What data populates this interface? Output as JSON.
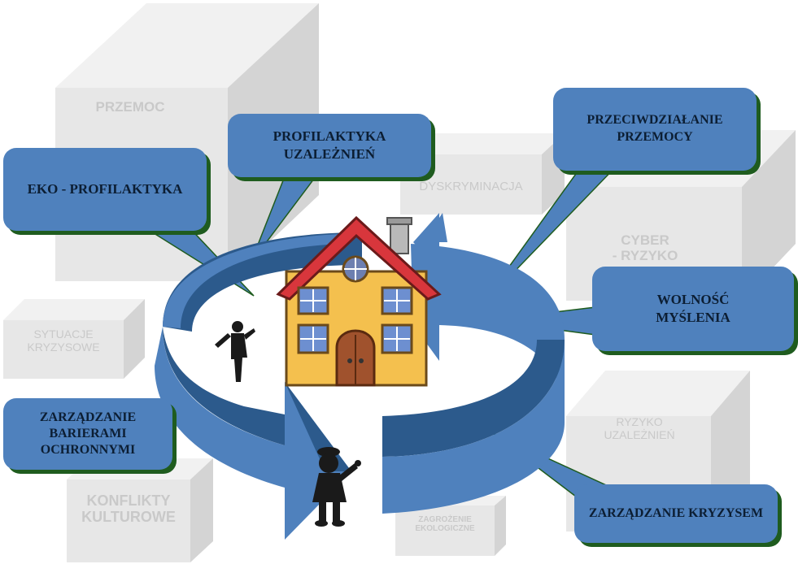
{
  "background_blocks": [
    {
      "id": "przemoc",
      "label": "PRZEMOC"
    },
    {
      "id": "dyskryminacja",
      "label": "DYSKRYMINACJA"
    },
    {
      "id": "cyber",
      "label": "CYBER\n- RYZYKO"
    },
    {
      "id": "sytuacje",
      "label": "SYTUACJE\nKRYZYSOWE"
    },
    {
      "id": "konflikty",
      "label": "KONFLIKTY\nKULTUROWE"
    },
    {
      "id": "ryzyko",
      "label": "RYZYKO\nUZALEŻNIEŃ"
    },
    {
      "id": "zagrozenie",
      "label": "ZAGROŻENIE\nEKOLOGICZNE"
    }
  ],
  "callouts": [
    {
      "id": "profilaktyka",
      "label": "PROFILAKTYKA\nUZALEŻNIEŃ"
    },
    {
      "id": "eko",
      "label": "EKO - PROFILAKTYKA"
    },
    {
      "id": "przeciwdzialanie",
      "label": "PRZECIWDZIAŁANIE\nPRZEMOCY"
    },
    {
      "id": "wolnosc",
      "label": "WOLNOŚĆ\nMYŚLENIA"
    },
    {
      "id": "bariery",
      "label": "ZARZĄDZANIE\nBARIERAMI\nOCHRONNYMI"
    },
    {
      "id": "kryzys",
      "label": "ZARZĄDZANIE KRYZYSEM"
    }
  ],
  "colors": {
    "callout_fill": "#4f81bd",
    "callout_shadow": "#1f5c1f",
    "ring_fill": "#4f81bd",
    "ring_dark": "#2c5a8c",
    "block_face": "#e6e6e6",
    "block_side": "#d2d2d2",
    "block_label": "#c9c9c9",
    "house_wall": "#f4c04e",
    "house_roof": "#d8363c"
  },
  "icons": [
    "house-icon",
    "person-silhouette-icon",
    "child-silhouette-icon"
  ]
}
